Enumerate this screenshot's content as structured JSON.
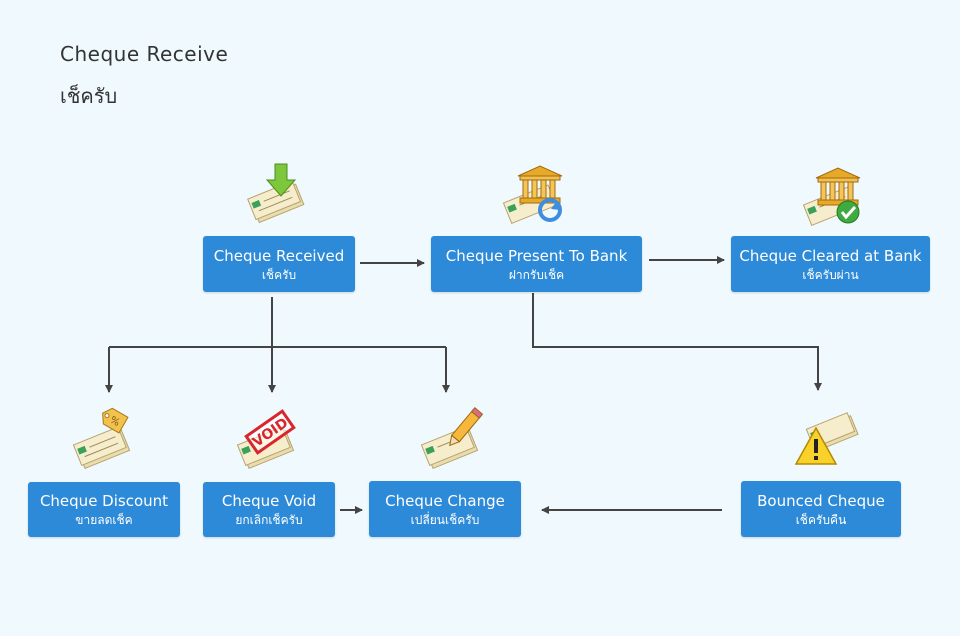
{
  "title": "Cheque  Receive",
  "subtitle": "เช็ครับ",
  "nodes": {
    "received": {
      "en": "Cheque Received",
      "th": "เช็ครับ"
    },
    "present": {
      "en": "Cheque Present To Bank",
      "th": "ฝากรับเช็ค"
    },
    "cleared": {
      "en": "Cheque Cleared at Bank",
      "th": "เช็ครับผ่าน"
    },
    "discount": {
      "en": "Cheque Discount",
      "th": "ขายลดเช็ค"
    },
    "void": {
      "en": "Cheque Void",
      "th": "ยกเลิกเช็ครับ"
    },
    "change": {
      "en": "Cheque Change",
      "th": "เปลี่ยนเช็ครับ"
    },
    "bounced": {
      "en": "Bounced Cheque",
      "th": "เช็ครับคืน"
    }
  },
  "icons": {
    "received": "cheque-download-icon",
    "present": "cheque-bank-refresh-icon",
    "cleared": "cheque-bank-check-icon",
    "discount": "cheque-price-tag-icon",
    "void": "cheque-void-stamp-icon",
    "void_stamp_text": "VOID",
    "change": "cheque-pencil-icon",
    "bounced": "cheque-warning-icon"
  },
  "colors": {
    "node": "#2d8ad8",
    "background": "#f0f9fe",
    "connector": "#444444"
  }
}
